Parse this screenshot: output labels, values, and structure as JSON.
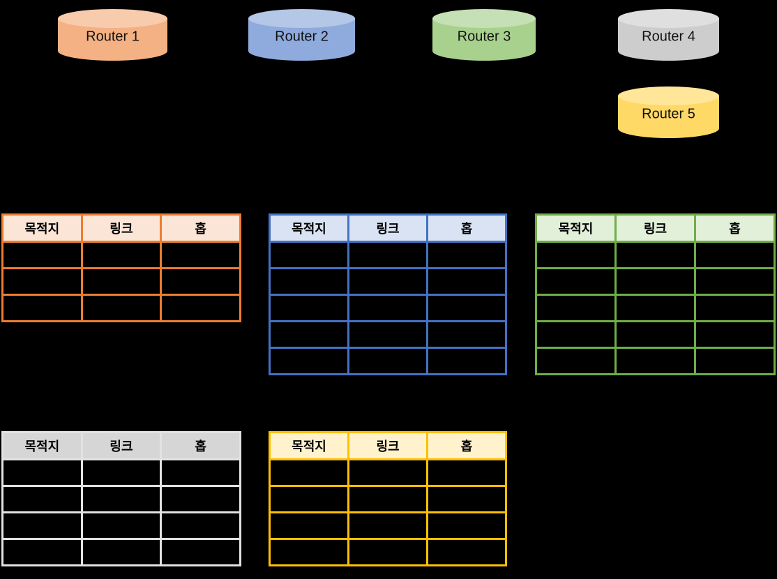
{
  "background_color": "#000000",
  "routers": [
    {
      "label": "Router 1",
      "body_color": "#F4B183",
      "top_color": "#F8CBAD"
    },
    {
      "label": "Router 2",
      "body_color": "#8FAADC",
      "top_color": "#B4C7E7"
    },
    {
      "label": "Router 3",
      "body_color": "#A9D18E",
      "top_color": "#C5E0B4"
    },
    {
      "label": "Router 4",
      "body_color": "#CDCDCD",
      "top_color": "#DFDFDF"
    },
    {
      "label": "Router 5",
      "body_color": "#FFD966",
      "top_color": "#FFE699"
    }
  ],
  "tables": [
    {
      "router": "Router 1",
      "headers": [
        "목적지",
        "링크",
        "홉"
      ],
      "body_rows": 3,
      "columns": 3,
      "border_color": "#ED7D31",
      "header_fill": "#FBE5D6"
    },
    {
      "router": "Router 2",
      "headers": [
        "목적지",
        "링크",
        "홉"
      ],
      "body_rows": 5,
      "columns": 3,
      "border_color": "#4472C4",
      "header_fill": "#DAE3F3"
    },
    {
      "router": "Router 3",
      "headers": [
        "목적지",
        "링크",
        "홉"
      ],
      "body_rows": 5,
      "columns": 3,
      "border_color": "#70AD47",
      "header_fill": "#E2F0D9"
    },
    {
      "router": "Router 4",
      "headers": [
        "목적지",
        "링크",
        "홉"
      ],
      "body_rows": 4,
      "columns": 3,
      "border_color": "#E2E2E2",
      "header_fill": "#D6D6D6"
    },
    {
      "router": "Router 5",
      "headers": [
        "목적지",
        "링크",
        "홉"
      ],
      "body_rows": 4,
      "columns": 3,
      "border_color": "#FFC000",
      "header_fill": "#FFF2CC"
    }
  ]
}
